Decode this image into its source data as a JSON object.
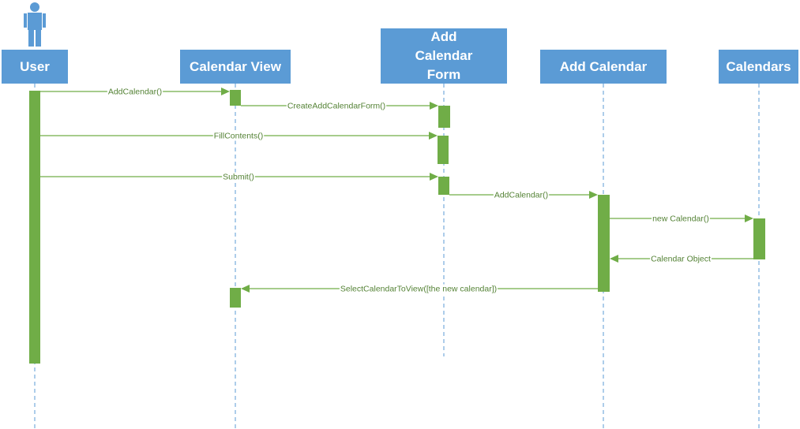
{
  "diagram": {
    "type": "sequence",
    "colors": {
      "header": "#5b9bd5",
      "header_text": "#ffffff",
      "lifeline": "#5b9bd5",
      "activation": "#70ad47",
      "message": "#70ad47",
      "message_text": "#548235"
    },
    "actor_icon": "person-icon",
    "participants": [
      {
        "id": "user",
        "label": "User"
      },
      {
        "id": "calendar-view",
        "label": "Calendar View"
      },
      {
        "id": "add-calendar-form",
        "label": "Add Calendar Form"
      },
      {
        "id": "add-calendar",
        "label": "Add Calendar"
      },
      {
        "id": "calendars",
        "label": "Calendars"
      }
    ],
    "messages": [
      {
        "from": "user",
        "to": "calendar-view",
        "label": "AddCalendar()"
      },
      {
        "from": "calendar-view",
        "to": "add-calendar-form",
        "label": "CreateAddCalendarForm()"
      },
      {
        "from": "user",
        "to": "add-calendar-form",
        "label": "FillContents()"
      },
      {
        "from": "user",
        "to": "add-calendar-form",
        "label": "Submit()"
      },
      {
        "from": "add-calendar-form",
        "to": "add-calendar",
        "label": "AddCalendar()"
      },
      {
        "from": "add-calendar",
        "to": "calendars",
        "label": "new Calendar()"
      },
      {
        "from": "calendars",
        "to": "add-calendar",
        "label": "Calendar Object"
      },
      {
        "from": "add-calendar",
        "to": "calendar-view",
        "label": "SelectCalendarToView([the new calendar])"
      }
    ]
  }
}
